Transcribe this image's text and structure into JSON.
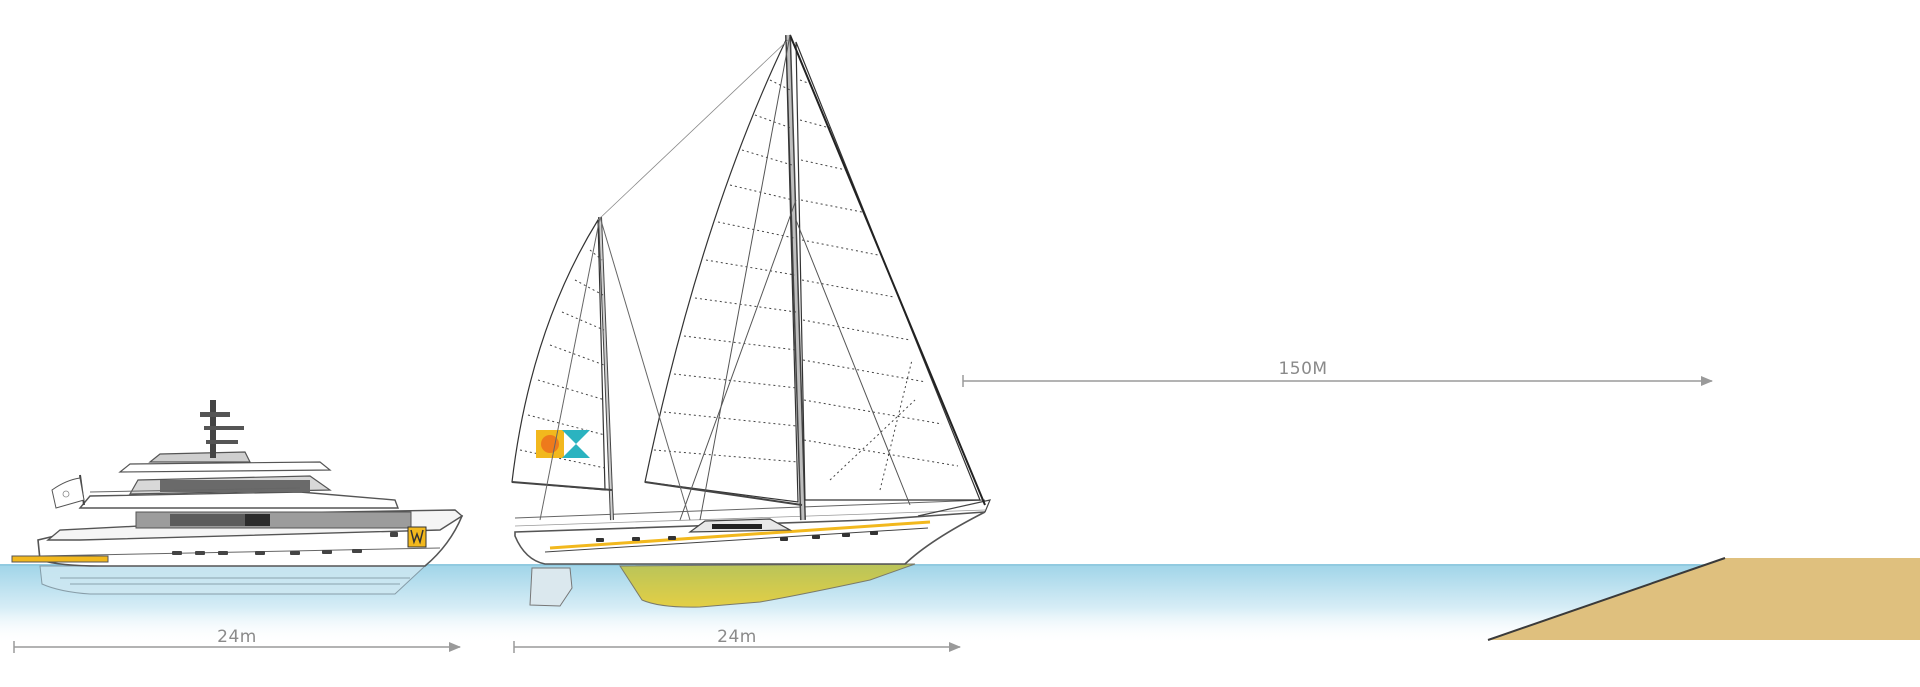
{
  "diagram": {
    "dimensions": [
      {
        "id": "yacht-length",
        "label": "24m"
      },
      {
        "id": "sailboat-length",
        "label": "24m"
      },
      {
        "id": "distance-to-shore",
        "label": "150M"
      }
    ],
    "objects": [
      "motor-yacht",
      "sailboat",
      "sea",
      "sand-beach"
    ],
    "colors": {
      "sea_top": "#9fd4e8",
      "sea_bottom": "#ffffff",
      "sand": "#dfc07e",
      "keel": "#d8c745",
      "accent_yellow": "#f2b81d",
      "accent_orange": "#ee7a1c",
      "accent_teal": "#2bb3c0",
      "dimension_line": "#9a9a9a",
      "hull_outline": "#555555"
    }
  }
}
